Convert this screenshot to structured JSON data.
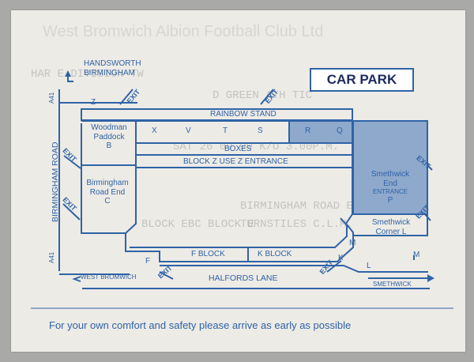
{
  "ticket": {
    "car_park_label": "CAR PARK",
    "footer_note": "For your own comfort and safety please arrive as early as possible",
    "faint_print": {
      "line1": "HAR          E DIVISION TW",
      "line2": "D GREEN ATH  TIC",
      "line3": "SAT  26 09 90   K/O 3.00P.M.",
      "line4": "BIRMINGHAM ROAD END",
      "line5": "TURNSTILES  C.L.M.",
      "line6": "BLOCK EBC  BLOCK E"
    },
    "header_faint": "West Bromwich Albion Football Club Ltd"
  },
  "map": {
    "roads": {
      "handsworth": "HANDSWORTH\nBIRMINGHAM",
      "birmingham_road": "BIRMINGHAM ROAD",
      "a41_top": "A41",
      "a41_bottom": "A41",
      "west_bromwich": "WEST BROMWICH",
      "halfords_lane": "HALFORDS LANE",
      "smethwick_road": "SMETHWICK"
    },
    "stands": {
      "rainbow_stand": "RAINBOW STAND",
      "boxes": "BOXES",
      "block_z_note": "BLOCK Z USE Z ENTRANCE",
      "woodman_paddock": "Woodman\nPaddock\nB",
      "birmingham_road_end": "Birmingham\nRoad End\nC",
      "smethwick_end": "Smethwick\nEnd",
      "entrance": "ENTRANCE",
      "smethwick_end_letter": "P",
      "smethwick_corner": "Smethwick\nCorner L",
      "f_block": "F BLOCK",
      "k_block": "K BLOCK"
    },
    "blocks": {
      "z": "Z",
      "x": "X",
      "v": "V",
      "t": "T",
      "s": "S",
      "r": "R",
      "q": "Q",
      "f": "F",
      "k": "K",
      "m_inner": "M",
      "l": "L",
      "m_outer": "M"
    },
    "exit_label": "EXIT"
  },
  "colors": {
    "ink_blue": "#2f63a6",
    "shade_blue": "#8ea9cc",
    "paper": "#edebe6"
  }
}
